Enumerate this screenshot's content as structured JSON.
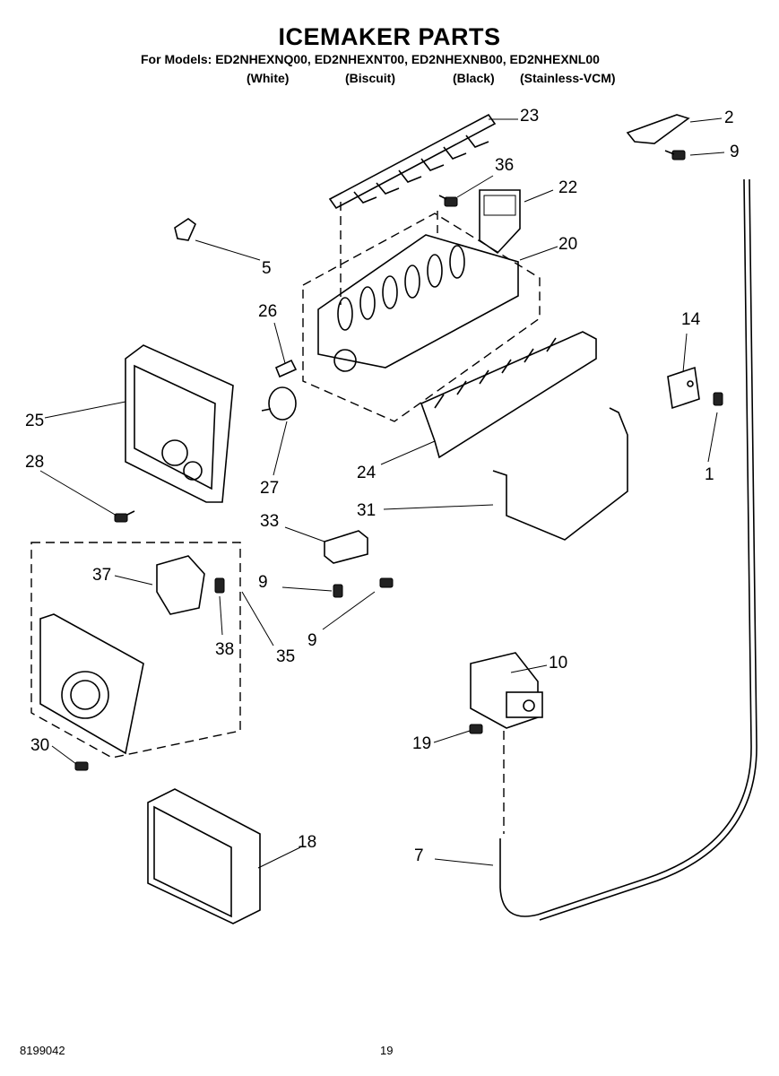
{
  "title": "ICEMAKER PARTS",
  "models_line": "For Models: ED2NHEXNQ00, ED2NHEXNT00, ED2NHEXNB00, ED2NHEXNL00",
  "variants": [
    "(White)",
    "(Biscuit)",
    "(Black)",
    "(Stainless-VCM)"
  ],
  "callouts": [
    "23",
    "2",
    "9",
    "36",
    "22",
    "5",
    "20",
    "26",
    "14",
    "25",
    "1",
    "28",
    "24",
    "27",
    "33",
    "31",
    "37",
    "9",
    "9",
    "38",
    "35",
    "10",
    "30",
    "19",
    "18",
    "7"
  ],
  "footer": {
    "doc_number": "8199042",
    "page_number": "19"
  }
}
